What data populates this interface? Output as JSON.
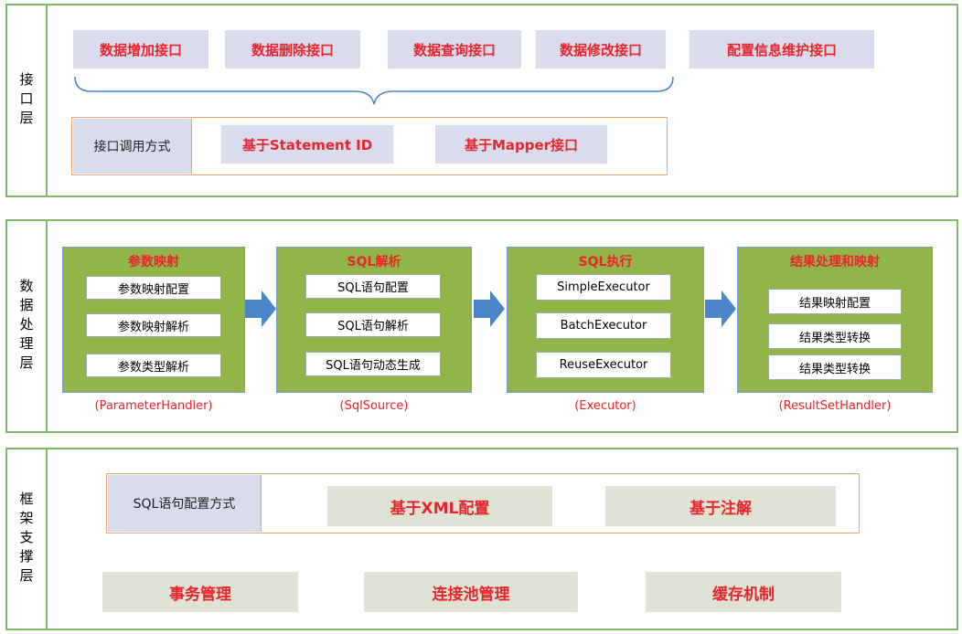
{
  "interface_layer": {
    "label": "接口层",
    "apis": [
      "数据增加接口",
      "数据删除接口",
      "数据查询接口",
      "数据修改接口",
      "配置信息维护接口"
    ],
    "call_label": "接口调用方式",
    "call_methods": [
      "基于Statement ID",
      "基于Mapper接口"
    ]
  },
  "processing_layer": {
    "label": "数据处理层",
    "stages": [
      {
        "title": "参数映射",
        "items": [
          "参数映射配置",
          "参数映射解析",
          "参数类型解析"
        ],
        "handler": "(ParameterHandler)"
      },
      {
        "title": "SQL解析",
        "items": [
          "SQL语句配置",
          "SQL语句解析",
          "SQL语句动态生成"
        ],
        "handler": "(SqlSource)"
      },
      {
        "title": "SQL执行",
        "items": [
          "SimpleExecutor",
          "BatchExecutor",
          "ReuseExecutor"
        ],
        "handler": "(Executor)"
      },
      {
        "title": "结果处理和映射",
        "items": [
          "结果映射配置",
          "结果类型转换",
          "结果类型转换"
        ],
        "handler": "(ResultSetHandler)"
      }
    ]
  },
  "support_layer": {
    "label": "框架支撑层",
    "config_label": "SQL语句配置方式",
    "config_methods": [
      "基于XML配置",
      "基于注解"
    ],
    "features": [
      "事务管理",
      "连接池管理",
      "缓存机制"
    ]
  },
  "colors": {
    "accent_red": "#e8242c",
    "layer_border": "#7dbb6a",
    "stage_green": "#92b54a",
    "arrow_blue": "#4a86c8"
  }
}
